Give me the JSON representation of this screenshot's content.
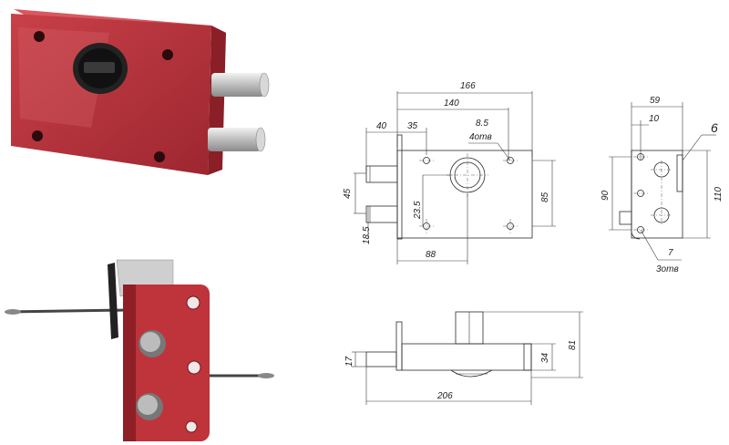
{
  "figure": {
    "kind": "technical-drawing",
    "subject": "rim-lock"
  },
  "colors": {
    "lock_body": "#c0323a",
    "lock_body_dark": "#8e1f26",
    "bolt_metal": "#cfcfcf",
    "cylinder": "#1c1c1c",
    "line": "#2a2a2a"
  },
  "front_view": {
    "dims": {
      "overall_width": "166",
      "body_width": "140",
      "bolt_projection": "40",
      "hole_offset": "35",
      "hole_dia": "8.5",
      "hole_count": "4отв",
      "bolt_spacing": "45",
      "bolt_dia": "18.5",
      "cylinder_offset": "23.5",
      "body_height": "85",
      "lower_width": "88"
    }
  },
  "side_view": {
    "dims": {
      "depth": "59",
      "offset": "10",
      "inner_height": "90",
      "outer_height": "110",
      "hole_dia": "7",
      "hole_count": "3отв",
      "plate_thickness": "6"
    }
  },
  "top_view": {
    "dims": {
      "bolt_height": "17",
      "body_height": "34",
      "total_height": "81",
      "total_length": "206"
    }
  }
}
